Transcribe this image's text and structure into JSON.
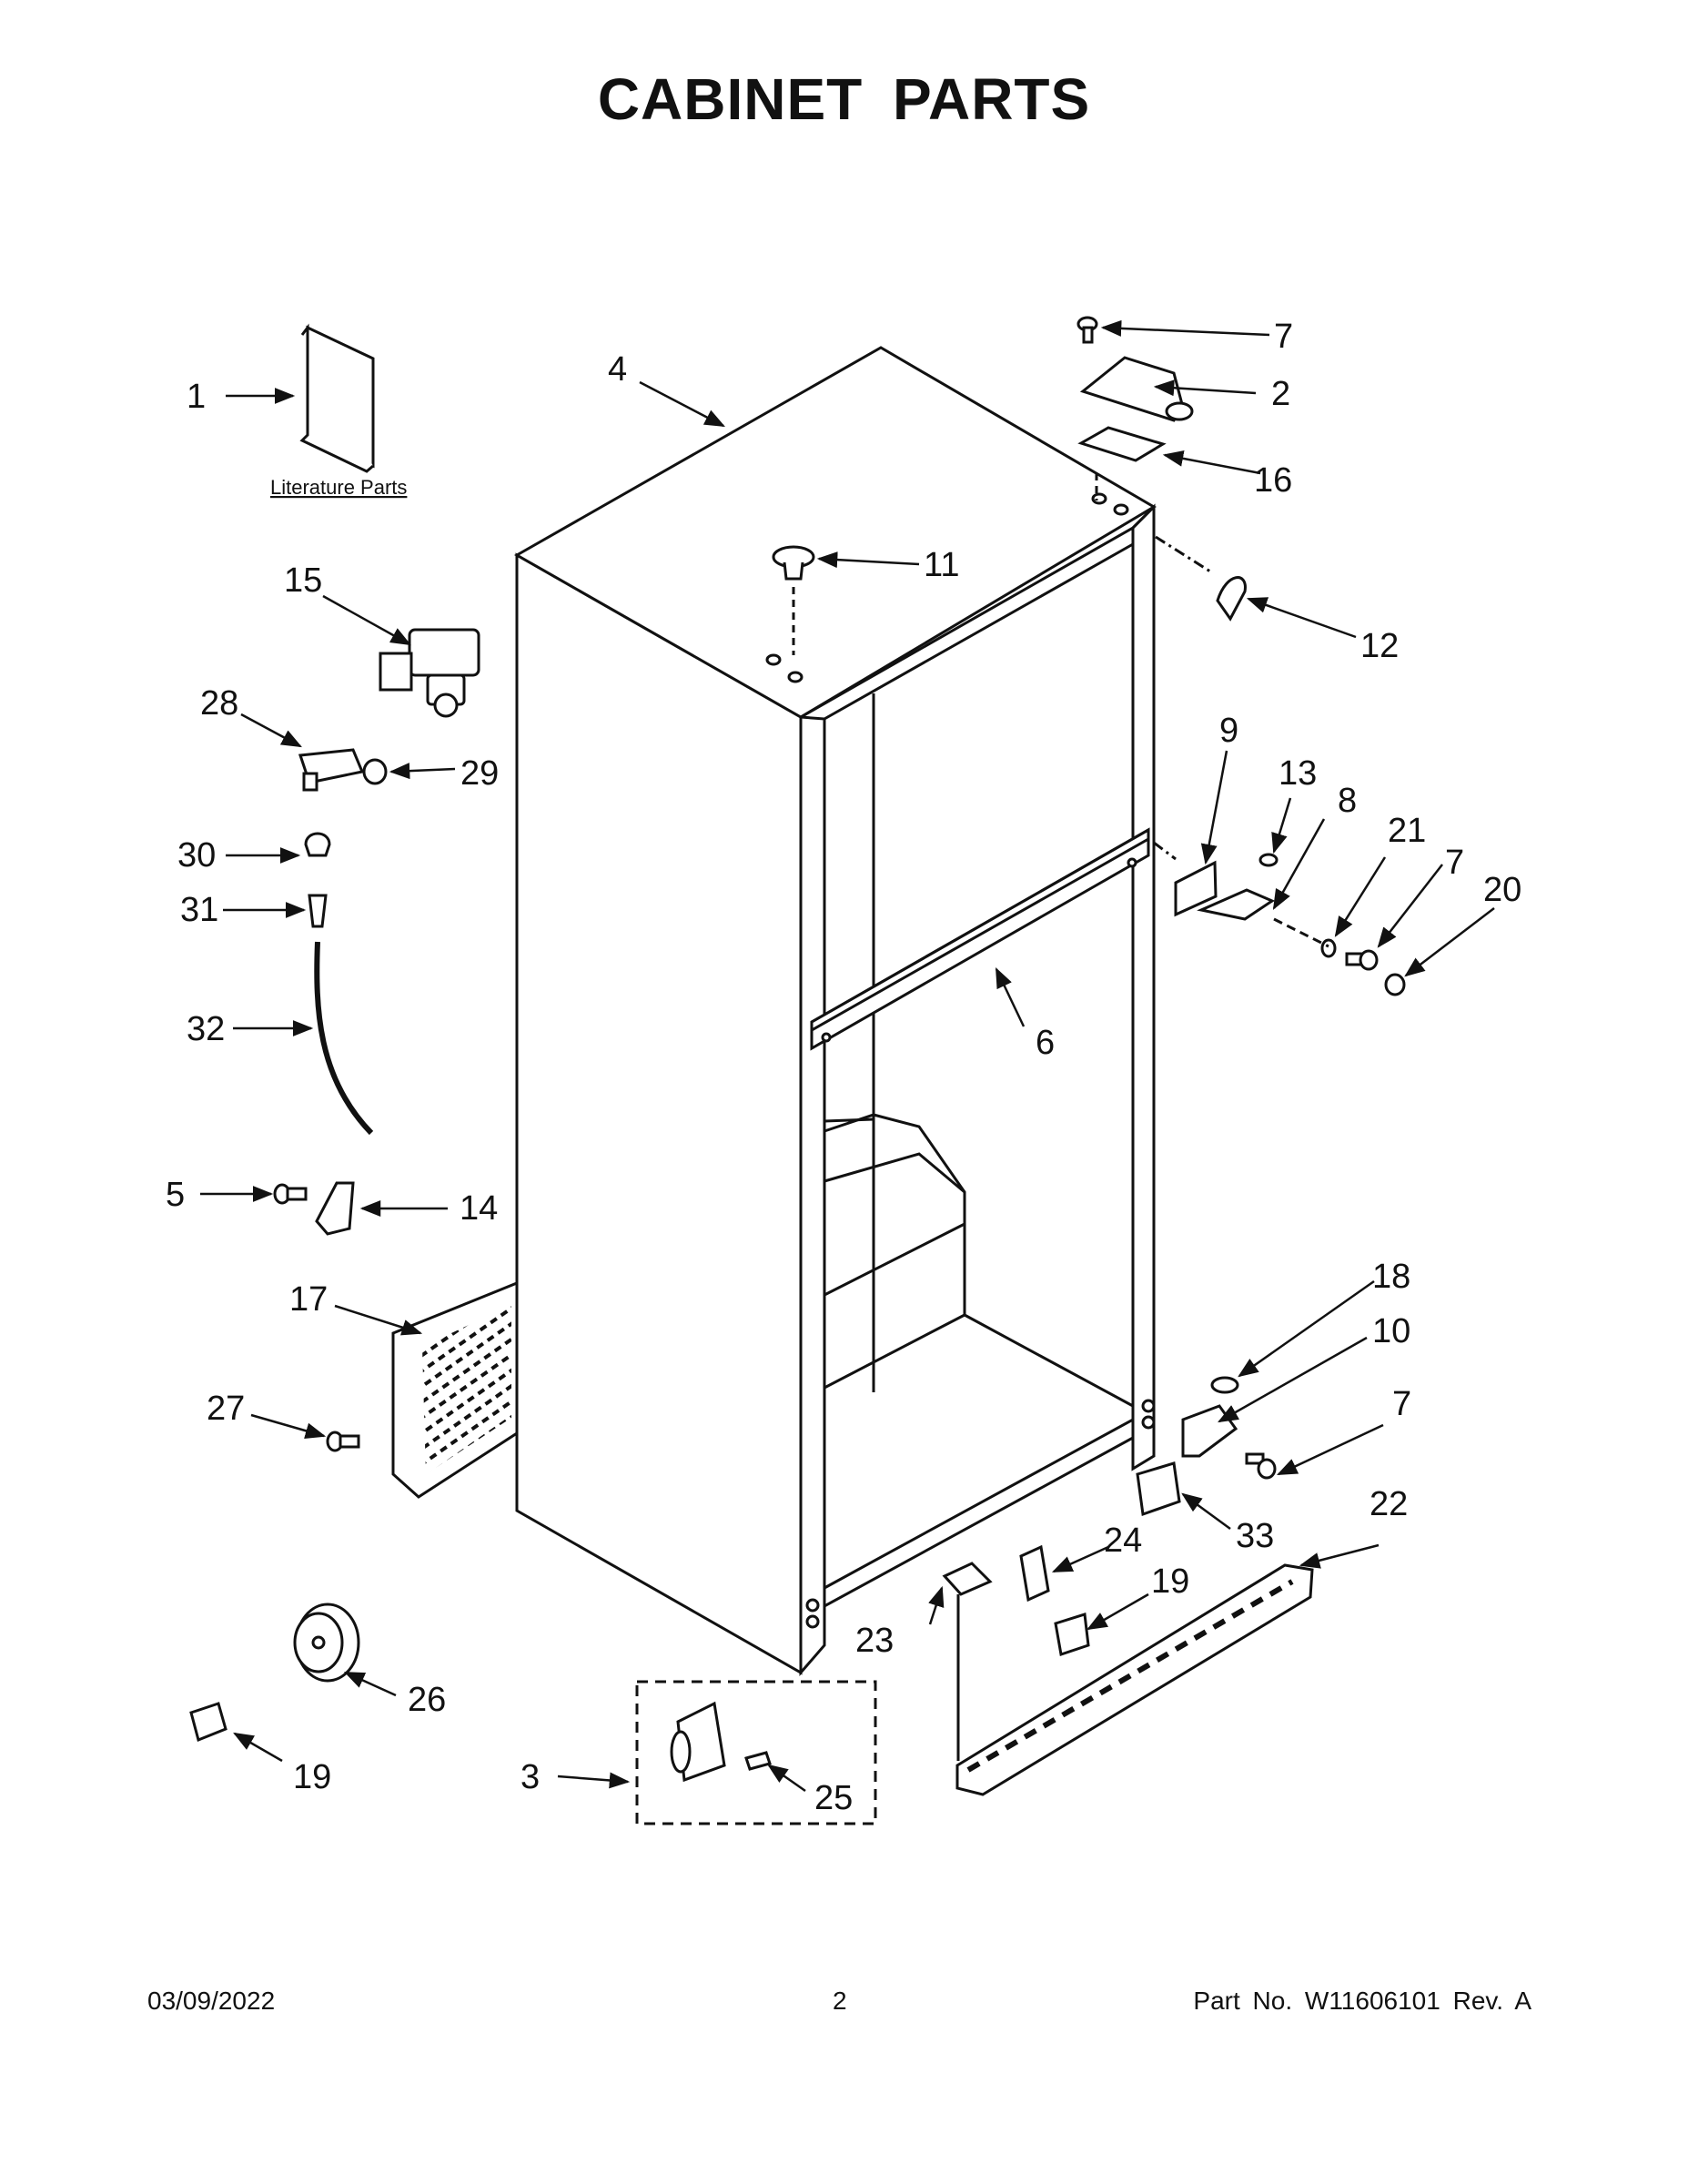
{
  "title": "CABINET PARTS",
  "literature_label": "Literature Parts",
  "callouts": {
    "c1": "1",
    "c2": "2",
    "c3": "3",
    "c4": "4",
    "c5": "5",
    "c6": "6",
    "c7a": "7",
    "c7b": "7",
    "c7c": "7",
    "c8": "8",
    "c9": "9",
    "c10": "10",
    "c11": "11",
    "c12": "12",
    "c13": "13",
    "c14": "14",
    "c15": "15",
    "c16": "16",
    "c17": "17",
    "c18": "18",
    "c19a": "19",
    "c19b": "19",
    "c20": "20",
    "c21": "21",
    "c22": "22",
    "c23": "23",
    "c24": "24",
    "c25": "25",
    "c26": "26",
    "c27": "27",
    "c28": "28",
    "c29": "29",
    "c30": "30",
    "c31": "31",
    "c32": "32",
    "c33": "33"
  },
  "footer": {
    "date": "03/09/2022",
    "page": "2",
    "part_no": "Part No.  W11606101  Rev.  A"
  }
}
